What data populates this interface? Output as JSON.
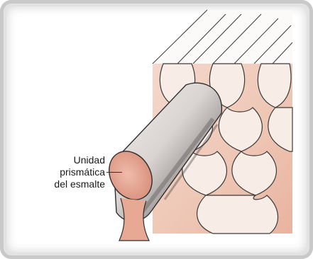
{
  "label": {
    "line1": "Unidad",
    "line2": "prismática",
    "line3": "del esmalte"
  },
  "colors": {
    "enamel_pink": "#e9b3a0",
    "enamel_light": "#f6e4da",
    "rod_shadow": "#6f6f6f",
    "line": "#3a3a3a"
  }
}
